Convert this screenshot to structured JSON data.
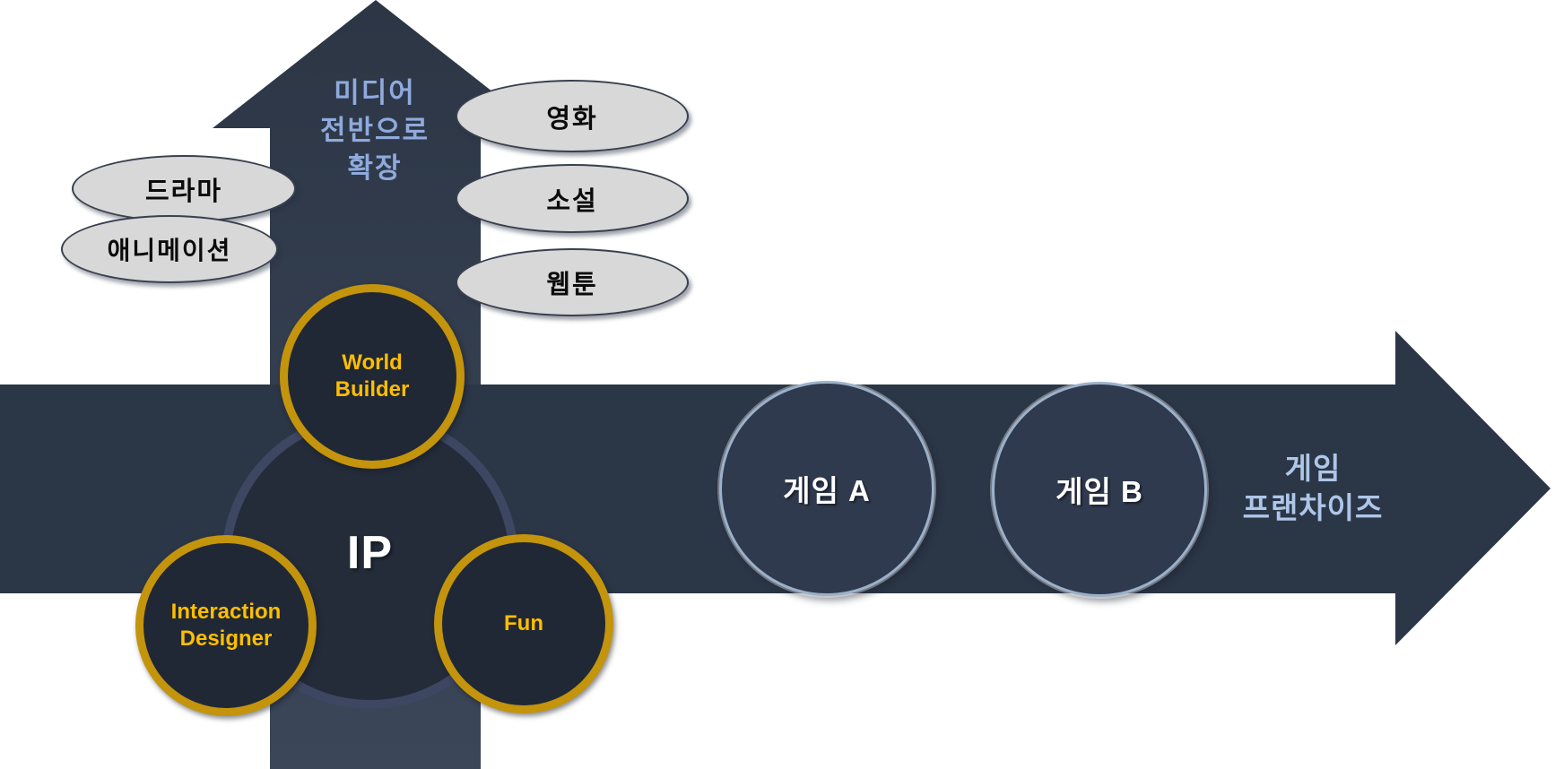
{
  "colors": {
    "vertical_arrow_top": "#2c3645",
    "vertical_arrow_bottom": "#3b4659",
    "horizontal_arrow": "#2b3647",
    "gold_circle_border": "#c3940c",
    "gold_circle_text": "#ffc000",
    "gold_circle_fill": "#202835",
    "ip_circle_fill": "#242c3a",
    "ip_ring": "#3d4761",
    "ellipse_fill": "#d8d8d8",
    "game_circle_fill": "#2f3a4e",
    "game_circle_border": "#9cb0c9",
    "media_label_color": "#8faadc",
    "franchise_label_color": "#aec6e8"
  },
  "vertical_arrow": {
    "label": "미디어\n전반으로\n확장"
  },
  "horizontal_arrow": {
    "label": "게임\n프랜차이즈"
  },
  "media_ellipses": {
    "drama": "드라마",
    "animation": "애니메이션",
    "movie": "영화",
    "novel": "소설",
    "webtoon": "웹툰"
  },
  "ip_hub": {
    "core_label": "IP",
    "world_builder": "World\nBuilder",
    "interaction_designer": "Interaction\nDesigner",
    "fun": "Fun"
  },
  "games": {
    "game_a": "게임 A",
    "game_b": "게임 B"
  }
}
